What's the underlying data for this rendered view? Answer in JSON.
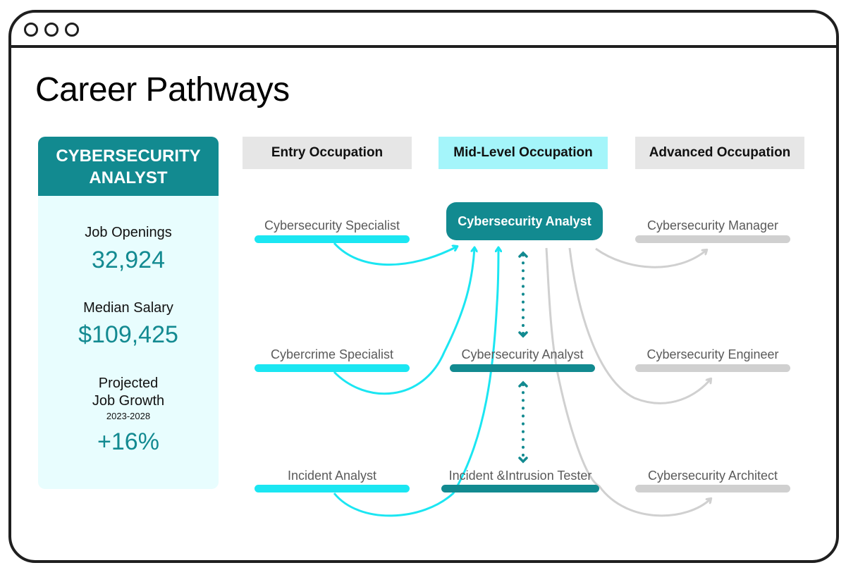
{
  "window": {
    "controls": [
      "window-dot",
      "window-dot",
      "window-dot"
    ]
  },
  "page": {
    "title": "Career Pathways"
  },
  "card": {
    "title_line1": "CYBERSECURITY",
    "title_line2": "ANALYST",
    "job_openings_label": "Job Openings",
    "job_openings_value": "32,924",
    "median_salary_label": "Median Salary",
    "median_salary_value": "$109,425",
    "growth_label_line1": "Projected",
    "growth_label_line2": "Job Growth",
    "growth_period": "2023-2028",
    "growth_value": "+16%"
  },
  "columns": {
    "entry": "Entry Occupation",
    "mid": "Mid-Level Occupation",
    "advanced": "Advanced Occupation"
  },
  "focus": {
    "label": "Cybersecurity Analyst"
  },
  "entry_nodes": [
    {
      "label": "Cybersecurity Specialist"
    },
    {
      "label": "Cybercrime Specialist"
    },
    {
      "label": "Incident Analyst"
    }
  ],
  "mid_nodes": [
    {
      "label": "Cybersecurity Analyst"
    },
    {
      "label": "Incident &Intrusion Tester"
    }
  ],
  "advanced_nodes": [
    {
      "label": "Cybersecurity Manager"
    },
    {
      "label": "Cybersecurity Engineer"
    },
    {
      "label": "Cybersecurity Architect"
    }
  ],
  "colors": {
    "teal": "#128a90",
    "cyan": "#1be6f2",
    "gray": "#d0d0d0",
    "card_bg": "#e8fdfe",
    "mid_header_bg": "#a4f5fa",
    "header_bg": "#e6e6e6"
  }
}
